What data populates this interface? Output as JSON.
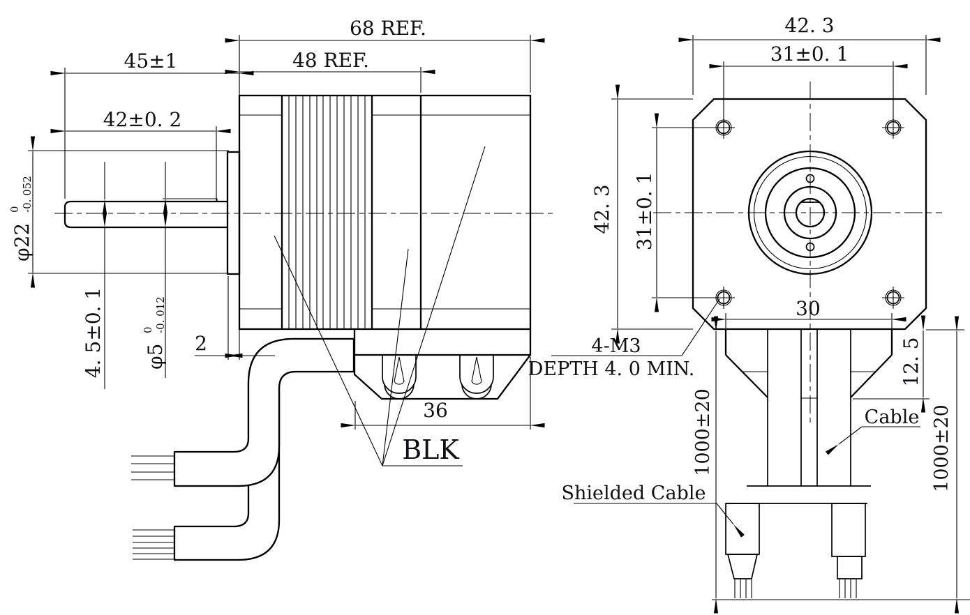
{
  "drawing": {
    "left_view": {
      "dims": {
        "len_overall": "68 REF.",
        "len_front": "48 REF.",
        "shaft_len": "45±1",
        "flat_len": "42±0. 2",
        "boss_dia": "φ22",
        "boss_tol_up": "0",
        "boss_tol_dn": "-0. 052",
        "flat_height": "4. 5±0. 1",
        "shaft_dia": "φ5",
        "shaft_tol_up": "0",
        "shaft_tol_dn": "-0. 012",
        "boss_thickness": "2",
        "connector_width": "36"
      },
      "labels": {
        "wire_color": "BLK"
      }
    },
    "front_view": {
      "dims": {
        "body_width": "42. 3",
        "hole_spacing_h": "31±0. 1",
        "body_height": "42. 3",
        "hole_spacing_v": "31±0. 1",
        "cable_exit_width": "30",
        "bracket_height": "12. 5",
        "cable_length_left": "1000±20",
        "cable_length_right": "1000±20"
      },
      "labels": {
        "mounting_note_1": "4-M3",
        "mounting_note_2": "DEPTH 4. 0 MIN.",
        "cable": "Cable",
        "shielded_cable": "Shielded Cable"
      }
    }
  }
}
